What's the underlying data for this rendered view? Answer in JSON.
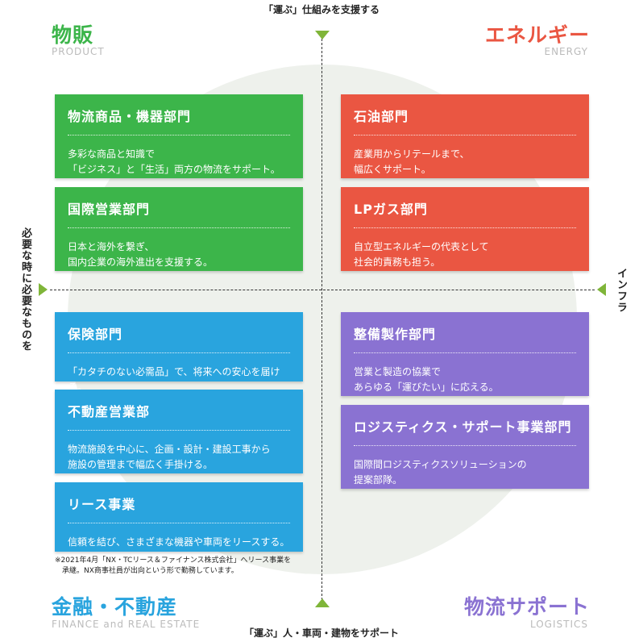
{
  "axes": {
    "top": "「運ぶ」仕組みを支援する",
    "bottom": "「運ぶ」人・車両・建物をサポート",
    "left": "必要な時に必要なものを",
    "right": "インフラ"
  },
  "quadrants": {
    "tl": {
      "title": "物販",
      "subtitle": "PRODUCT",
      "color": "#3cb54a"
    },
    "tr": {
      "title": "エネルギー",
      "subtitle": "ENERGY",
      "color": "#ea5642"
    },
    "bl": {
      "title": "金融・不動産",
      "subtitle": "FINANCE and REAL ESTATE",
      "color": "#29a4de"
    },
    "br": {
      "title": "物流サポート",
      "subtitle": "LOGISTICS",
      "color": "#8a72d2"
    }
  },
  "cards": {
    "c1": {
      "title": "物流商品・機器部門",
      "desc": "多彩な商品と知識で\n「ビジネス」と「生活」両方の物流をサポート。"
    },
    "c2": {
      "title": "国際営業部門",
      "desc": "日本と海外を繋ぎ、\n国内企業の海外進出を支援する。"
    },
    "c3": {
      "title": "石油部門",
      "desc": "産業用からリテールまで、\n幅広くサポート。"
    },
    "c4": {
      "title": "LPガス部門",
      "desc": "自立型エネルギーの代表として\n社会的責務も担う。"
    },
    "c5": {
      "title": "保険部門",
      "desc": "「カタチのない必需品」で、将来への安心を届ける。"
    },
    "c6": {
      "title": "不動産営業部",
      "desc": "物流施設を中心に、企画・設計・建設工事から\n施設の管理まで幅広く手掛ける。"
    },
    "c7": {
      "title": "リース事業",
      "desc": "信頼を結び、さまざまな機器や車両をリースする。"
    },
    "c8": {
      "title": "整備製作部門",
      "desc": "営業と製造の協業で\nあらゆる「運びたい」に応える。"
    },
    "c9": {
      "title": "ロジスティクス・サポート事業部門",
      "desc": "国際間ロジスティクスソリューションの\n提案部隊。"
    }
  },
  "note": "※2021年4月「NX・TCリース＆ファイナンス株式会社」へリース事業を\n　承継。NX商事社員が出向という形で勤務しています。"
}
